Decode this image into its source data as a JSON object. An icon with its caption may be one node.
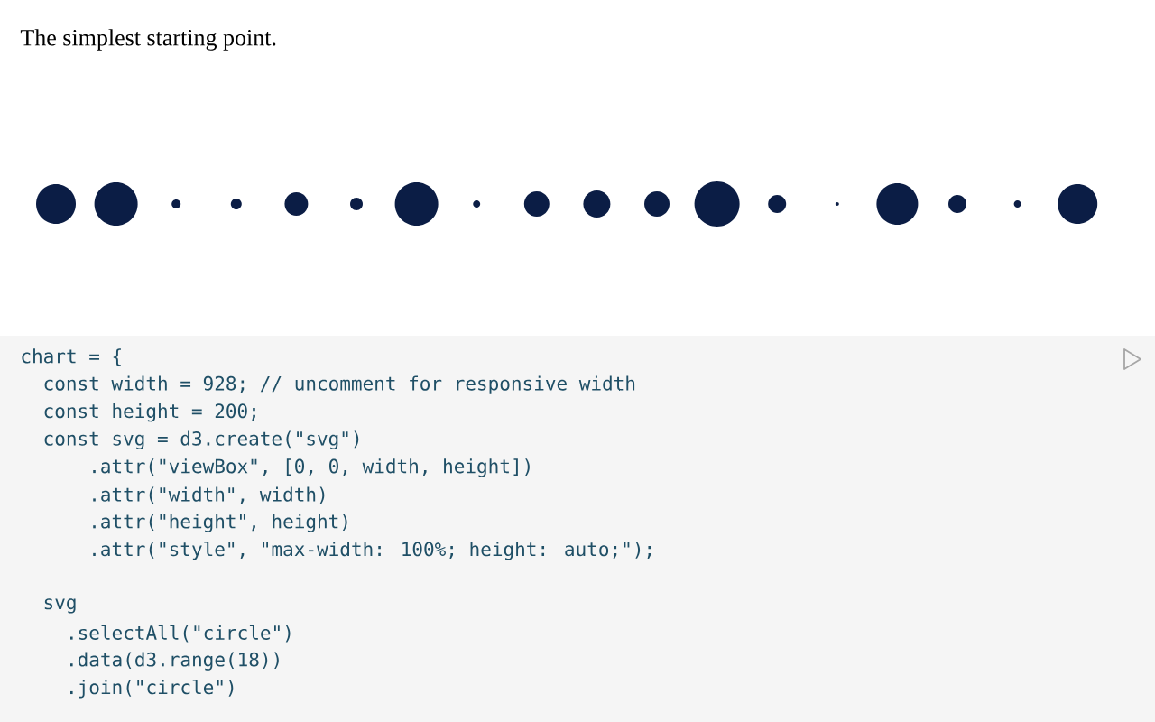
{
  "diagram": {
    "labels": [
      "The simplest starting point.",
      "chart = {",
      "const width = 928; // uncomment for responsive width",
      "const height = 200;",
      "const svg = d3.create(\"svg\")",
      ".attr(\"viewBox\", [0, 0, width, height])",
      ".attr(\"width\", width)",
      ".attr(\"height\", height)",
      ".attr(\"style\", \"max-width: 100%; height: auto;\");",
      "svg",
      ".selectAll(\"circle\")",
      ".data(d3.range(18))",
      ".join(\"circle\")"
    ]
  }
}
